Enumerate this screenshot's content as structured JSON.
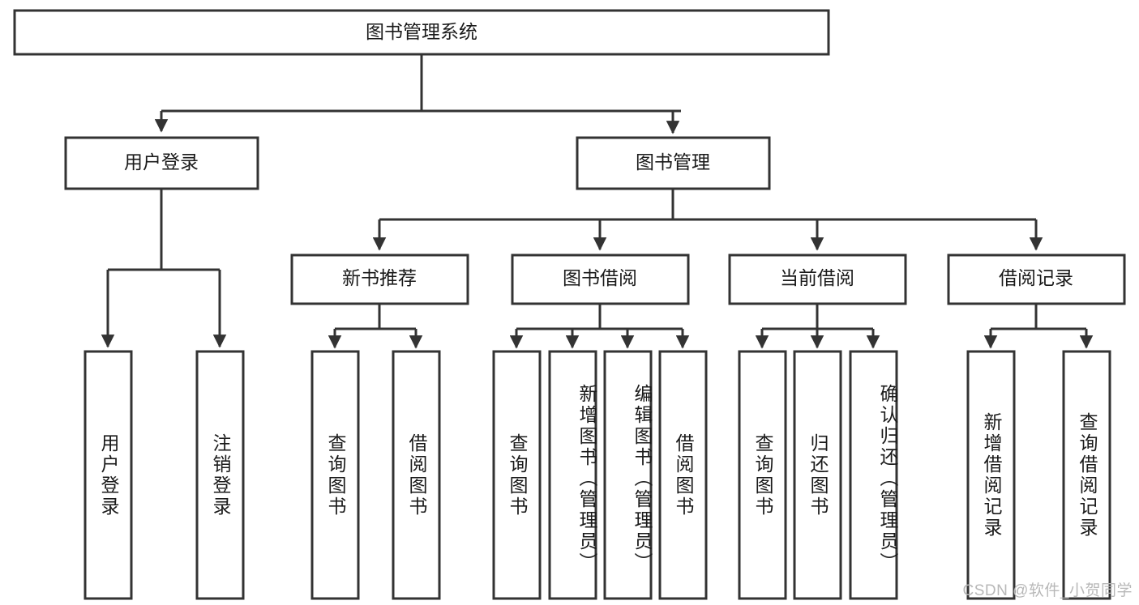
{
  "diagram": {
    "title": "图书管理系统",
    "type": "tree-hierarchy",
    "watermark": "CSDN @软件_小贺同学",
    "colors": {
      "box_stroke": "#333333",
      "box_fill": "#ffffff",
      "text": "#1a1a1a",
      "watermark": "#b8b8b8",
      "background": "#ffffff"
    },
    "root": {
      "label": "图书管理系统"
    },
    "level2": [
      {
        "label": "用户登录"
      },
      {
        "label": "图书管理"
      }
    ],
    "level3": [
      {
        "label": "新书推荐"
      },
      {
        "label": "图书借阅"
      },
      {
        "label": "当前借阅"
      },
      {
        "label": "借阅记录"
      }
    ],
    "leaves": {
      "user_login": [
        {
          "label": "用户登录"
        },
        {
          "label": "注销登录"
        }
      ],
      "new_book_recommend": [
        {
          "label": "查询图书"
        },
        {
          "label": "借阅图书"
        }
      ],
      "book_borrow": [
        {
          "label": "查询图书"
        },
        {
          "label": "新增图书（管理员）"
        },
        {
          "label": "编辑图书（管理员）"
        },
        {
          "label": "借阅图书"
        }
      ],
      "current_borrow": [
        {
          "label": "查询图书"
        },
        {
          "label": "归还图书"
        },
        {
          "label": "确认归还（管理员）"
        }
      ],
      "borrow_record": [
        {
          "label": "新增借阅记录"
        },
        {
          "label": "查询借阅记录"
        }
      ]
    }
  }
}
